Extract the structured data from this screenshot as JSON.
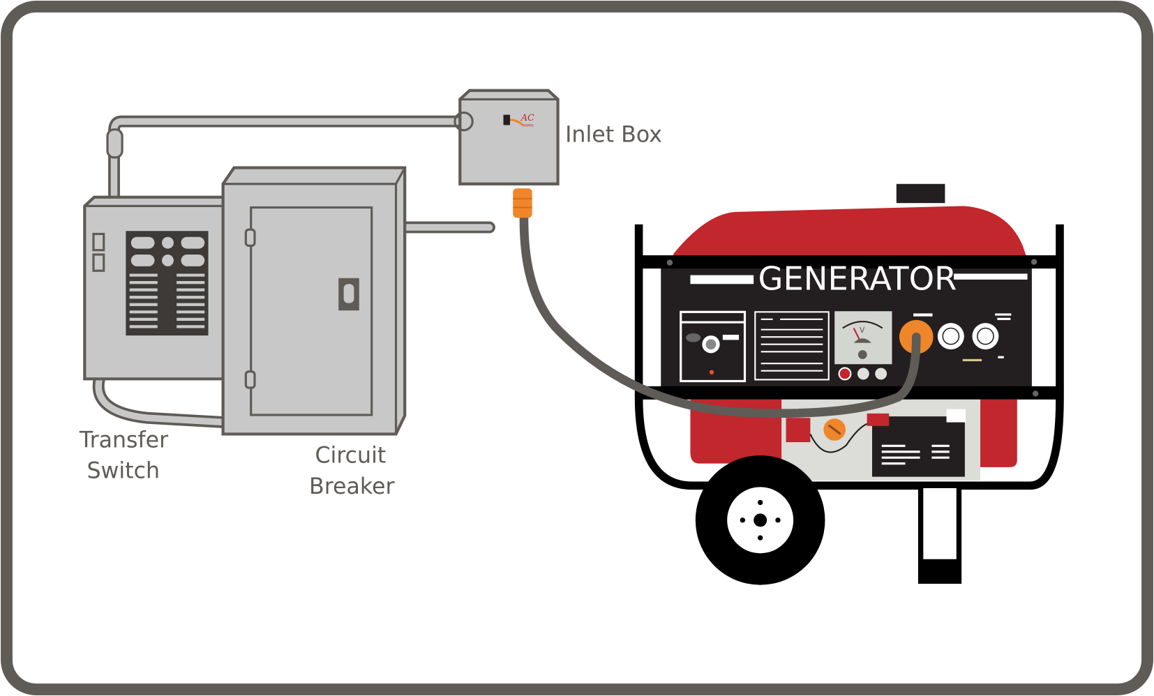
{
  "labels": {
    "inlet_box": "Inlet Box",
    "transfer_switch_line1": "Transfer",
    "transfer_switch_line2": "Switch",
    "circuit_breaker_line1": "Circuit",
    "circuit_breaker_line2": "Breaker",
    "generator": "GENERATOR"
  },
  "logo": {
    "brand_top": "AC",
    "brand_bottom": "WORKS"
  },
  "colors": {
    "frame": "#5f5b57",
    "box_fill": "#c8c8c8",
    "generator_red": "#c1272d",
    "panel_black": "#231f20",
    "plug_orange": "#f0862a",
    "cable": "#5f5b57"
  }
}
